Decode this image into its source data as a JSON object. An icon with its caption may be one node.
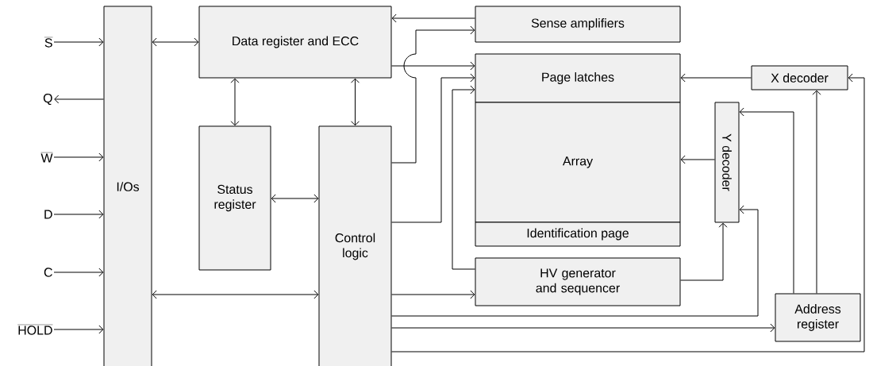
{
  "diagram": {
    "nodes": [
      {
        "text": [
          "I/Os"
        ]
      },
      {
        "text": [
          "Data register and ECC"
        ]
      },
      {
        "text": [
          "Sense amplifiers"
        ]
      },
      {
        "text": [
          "Page latches"
        ]
      },
      {
        "text": [
          "Array"
        ]
      },
      {
        "text": [
          "Identification page"
        ]
      },
      {
        "text": [
          "X decoder"
        ]
      },
      {
        "text": [
          "Y decoder"
        ]
      },
      {
        "text": [
          "Status register"
        ]
      },
      {
        "text": [
          "Control logic"
        ]
      },
      {
        "text": [
          "HV generator and sequencer"
        ]
      },
      {
        "text": [
          "Address register"
        ]
      },
      {
        "text": [
          "S"
        ]
      },
      {
        "text": [
          "Q"
        ]
      },
      {
        "text": [
          "W"
        ]
      },
      {
        "text": [
          "D"
        ]
      },
      {
        "text": [
          "C"
        ]
      },
      {
        "text": [
          "HOLD"
        ]
      }
    ],
    "edges": [
      {
        "from": 12,
        "to": 0,
        "arrow": "to"
      },
      {
        "from": 0,
        "to": 13,
        "arrow": "to"
      },
      {
        "from": 14,
        "to": 0,
        "arrow": "to"
      },
      {
        "from": 15,
        "to": 0,
        "arrow": "to"
      },
      {
        "from": 16,
        "to": 0,
        "arrow": "to"
      },
      {
        "from": 17,
        "to": 0,
        "arrow": "to"
      },
      {
        "from": 0,
        "to": 1,
        "arrow": "both"
      },
      {
        "from": 0,
        "to": 9,
        "arrow": "both"
      },
      {
        "from": 1,
        "to": 8,
        "arrow": "both"
      },
      {
        "from": 1,
        "to": 9,
        "arrow": "both"
      },
      {
        "from": 8,
        "to": 9,
        "arrow": "both"
      },
      {
        "from": 2,
        "to": 1,
        "arrow": "to"
      },
      {
        "from": 9,
        "to": 2,
        "arrow": "to"
      },
      {
        "from": 1,
        "to": 3,
        "arrow": "to"
      },
      {
        "from": 9,
        "to": 3,
        "arrow": "to"
      },
      {
        "from": 10,
        "to": 3,
        "arrow": "to"
      },
      {
        "from": 6,
        "to": 3,
        "arrow": "to"
      },
      {
        "from": 7,
        "to": 4,
        "arrow": "to"
      },
      {
        "from": 9,
        "to": 10,
        "arrow": "to"
      },
      {
        "from": 10,
        "to": 7,
        "arrow": "to"
      },
      {
        "from": 11,
        "to": 7,
        "arrow": "to"
      },
      {
        "from": 11,
        "to": 6,
        "arrow": "to"
      },
      {
        "from": 9,
        "to": 7,
        "arrow": "to"
      },
      {
        "from": 9,
        "to": 11,
        "arrow": "to"
      },
      {
        "from": 9,
        "to": 6,
        "arrow": "to"
      }
    ]
  }
}
